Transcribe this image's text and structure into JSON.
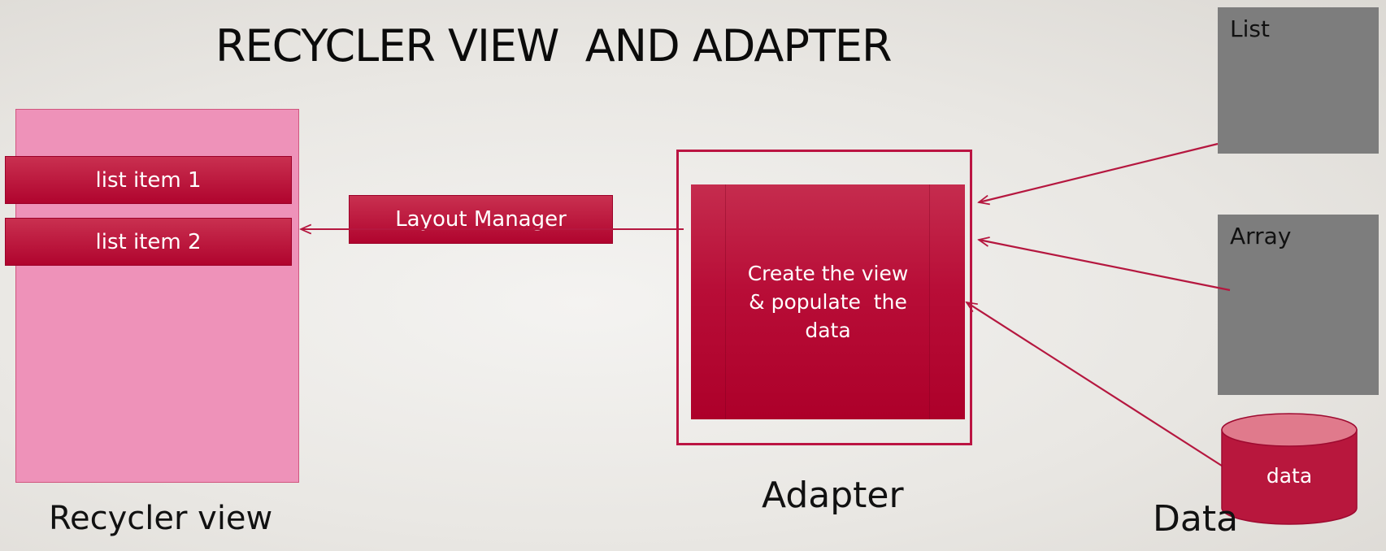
{
  "title": "RECYCLER VIEW  AND ADAPTER",
  "recycler_view": {
    "items": [
      "list item 1",
      "list item 2"
    ],
    "caption": "Recycler view"
  },
  "layout_manager": {
    "label": "Layout Manager"
  },
  "adapter": {
    "body": "Create the view\n& populate  the\ndata",
    "caption": "Adapter"
  },
  "data_sources": {
    "list_label": "List",
    "array_label": "Array",
    "cylinder_label": "data",
    "caption": "Data"
  },
  "colors": {
    "accent_red": "#b0042e",
    "recycler_pink": "#ee92b9",
    "source_gray": "#7d7d7d"
  }
}
